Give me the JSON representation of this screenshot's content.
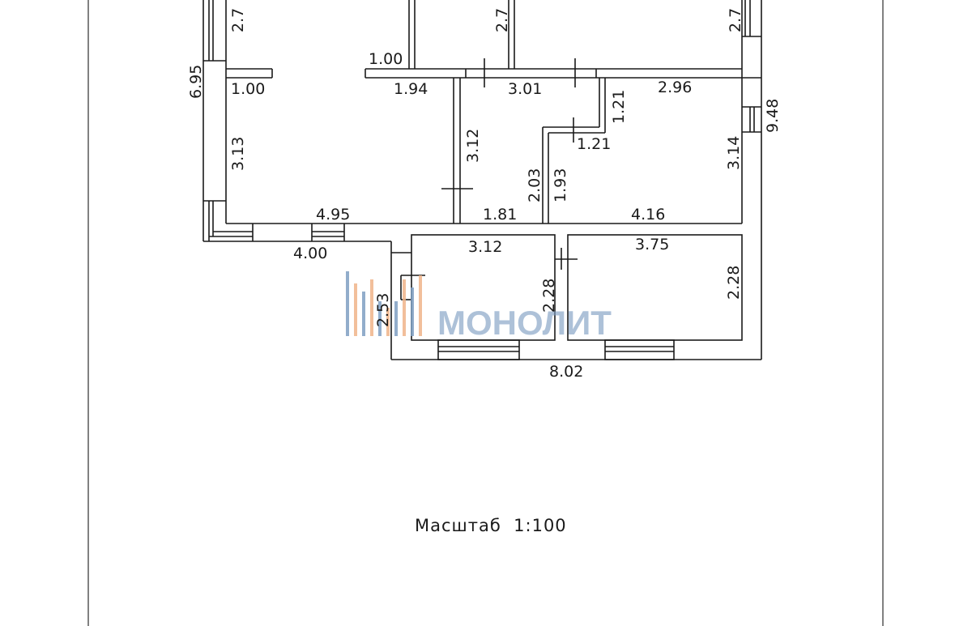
{
  "watermark": {
    "brand": "МОНОЛИТ",
    "icon": "building-bars-icon",
    "colors": {
      "blue": "#7f9fc3",
      "orange": "#f0b48a"
    }
  },
  "plan": {
    "scale_label": "Масштаб  1:100",
    "dimensions": {
      "d_2_7a": "2.7",
      "d_2_7b": "2.7",
      "d_2_7c": "2.7",
      "d_6_95": "6.95",
      "d_1_00_top": "1.00",
      "d_1_00_left": "1.00",
      "d_1_94": "1.94",
      "d_3_01": "3.01",
      "d_2_96": "2.96",
      "d_1_21_v": "1.21",
      "d_9_48": "9.48",
      "d_1_21_h": "1.21",
      "d_3_12_v": "3.12",
      "d_3_13": "3.13",
      "d_3_14": "3.14",
      "d_2_03": "2.03",
      "d_1_93": "1.93",
      "d_4_95": "4.95",
      "d_1_81": "1.81",
      "d_4_16": "4.16",
      "d_4_00": "4.00",
      "d_3_12_h": "3.12",
      "d_3_75": "3.75",
      "d_2_53": "2.53",
      "d_2_28_a": "2.28",
      "d_2_28_b": "2.28",
      "d_8_02": "8.02"
    }
  }
}
